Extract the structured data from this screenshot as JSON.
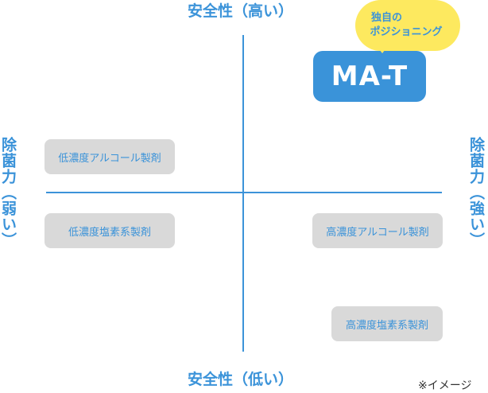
{
  "axes": {
    "top": "安全性（高い）",
    "bottom": "安全性（低い）",
    "left": "除菌力（弱い）",
    "right": "除菌力（強い）"
  },
  "items": [
    {
      "label": "低濃度アルコール製剤"
    },
    {
      "label": "低濃度塩素系製剤"
    },
    {
      "label": "高濃度アルコール製剤"
    },
    {
      "label": "高濃度塩素系製剤"
    }
  ],
  "brand": {
    "name": "MA-T",
    "bubble_line1": "独自の",
    "bubble_line2": "ポジショニング"
  },
  "footnote": "※イメージ",
  "colors": {
    "accent": "#3b93d9",
    "chip": "#d9d9d9",
    "bubble": "#fde95f"
  }
}
